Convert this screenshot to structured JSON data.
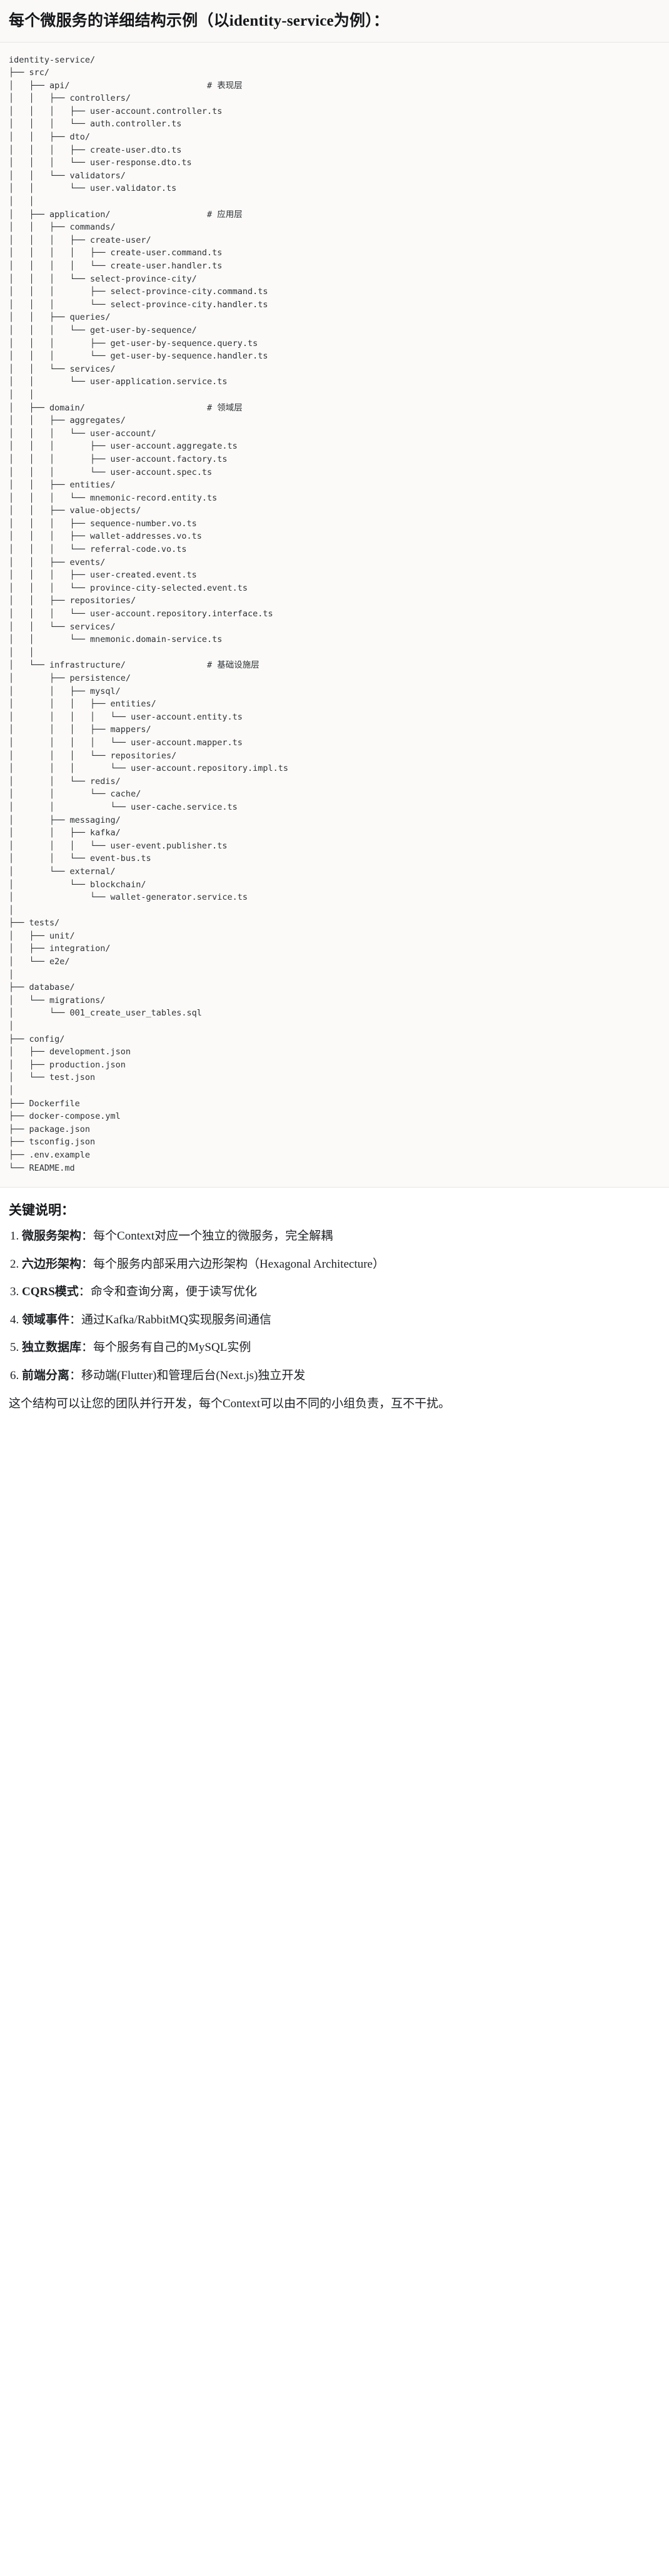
{
  "header": {
    "title": "每个微服务的详细结构示例（以identity-service为例）："
  },
  "tree": {
    "root_label": "identity-service/",
    "text": "identity-service/\n├── src/\n│   ├── api/                           # 表现层\n│   │   ├── controllers/\n│   │   │   ├── user-account.controller.ts\n│   │   │   └── auth.controller.ts\n│   │   ├── dto/\n│   │   │   ├── create-user.dto.ts\n│   │   │   └── user-response.dto.ts\n│   │   └── validators/\n│   │       └── user.validator.ts\n│   │\n│   ├── application/                   # 应用层\n│   │   ├── commands/\n│   │   │   ├── create-user/\n│   │   │   │   ├── create-user.command.ts\n│   │   │   │   └── create-user.handler.ts\n│   │   │   └── select-province-city/\n│   │   │       ├── select-province-city.command.ts\n│   │   │       └── select-province-city.handler.ts\n│   │   ├── queries/\n│   │   │   └── get-user-by-sequence/\n│   │   │       ├── get-user-by-sequence.query.ts\n│   │   │       └── get-user-by-sequence.handler.ts\n│   │   └── services/\n│   │       └── user-application.service.ts\n│   │\n│   ├── domain/                        # 领域层\n│   │   ├── aggregates/\n│   │   │   └── user-account/\n│   │   │       ├── user-account.aggregate.ts\n│   │   │       ├── user-account.factory.ts\n│   │   │       └── user-account.spec.ts\n│   │   ├── entities/\n│   │   │   └── mnemonic-record.entity.ts\n│   │   ├── value-objects/\n│   │   │   ├── sequence-number.vo.ts\n│   │   │   ├── wallet-addresses.vo.ts\n│   │   │   └── referral-code.vo.ts\n│   │   ├── events/\n│   │   │   ├── user-created.event.ts\n│   │   │   └── province-city-selected.event.ts\n│   │   ├── repositories/\n│   │   │   └── user-account.repository.interface.ts\n│   │   └── services/\n│   │       └── mnemonic.domain-service.ts\n│   │\n│   └── infrastructure/                # 基础设施层\n│       ├── persistence/\n│       │   ├── mysql/\n│       │   │   ├── entities/\n│       │   │   │   └── user-account.entity.ts\n│       │   │   ├── mappers/\n│       │   │   │   └── user-account.mapper.ts\n│       │   │   └── repositories/\n│       │   │       └── user-account.repository.impl.ts\n│       │   └── redis/\n│       │       └── cache/\n│       │           └── user-cache.service.ts\n│       ├── messaging/\n│       │   ├── kafka/\n│       │   │   └── user-event.publisher.ts\n│       │   └── event-bus.ts\n│       └── external/\n│           └── blockchain/\n│               └── wallet-generator.service.ts\n│\n├── tests/\n│   ├── unit/\n│   ├── integration/\n│   └── e2e/\n│\n├── database/\n│   └── migrations/\n│       └── 001_create_user_tables.sql\n│\n├── config/\n│   ├── development.json\n│   ├── production.json\n│   └── test.json\n│\n├── Dockerfile\n├── docker-compose.yml\n├── package.json\n├── tsconfig.json\n├── .env.example\n└── README.md",
    "layer_comments": [
      {
        "path": "api/",
        "comment": "# 表现层"
      },
      {
        "path": "application/",
        "comment": "# 应用层"
      },
      {
        "path": "domain/",
        "comment": "# 领域层"
      },
      {
        "path": "infrastructure/",
        "comment": "# 基础设施层"
      }
    ]
  },
  "notes": {
    "title": "关键说明：",
    "items": [
      {
        "term": "微服务架构",
        "sep": "：",
        "desc": "每个Context对应一个独立的微服务，完全解耦"
      },
      {
        "term": "六边形架构",
        "sep": "：",
        "desc": "每个服务内部采用六边形架构（Hexagonal Architecture）"
      },
      {
        "term": "CQRS模式",
        "sep": "：",
        "desc": "命令和查询分离，便于读写优化"
      },
      {
        "term": "领域事件",
        "sep": "：",
        "desc": "通过Kafka/RabbitMQ实现服务间通信"
      },
      {
        "term": "独立数据库",
        "sep": "：",
        "desc": "每个服务有自己的MySQL实例"
      },
      {
        "term": "前端分离",
        "sep": "：",
        "desc": "移动端(Flutter)和管理后台(Next.js)独立开发"
      }
    ],
    "closing": "这个结构可以让您的团队并行开发，每个Context可以由不同的小组负责，互不干扰。"
  }
}
